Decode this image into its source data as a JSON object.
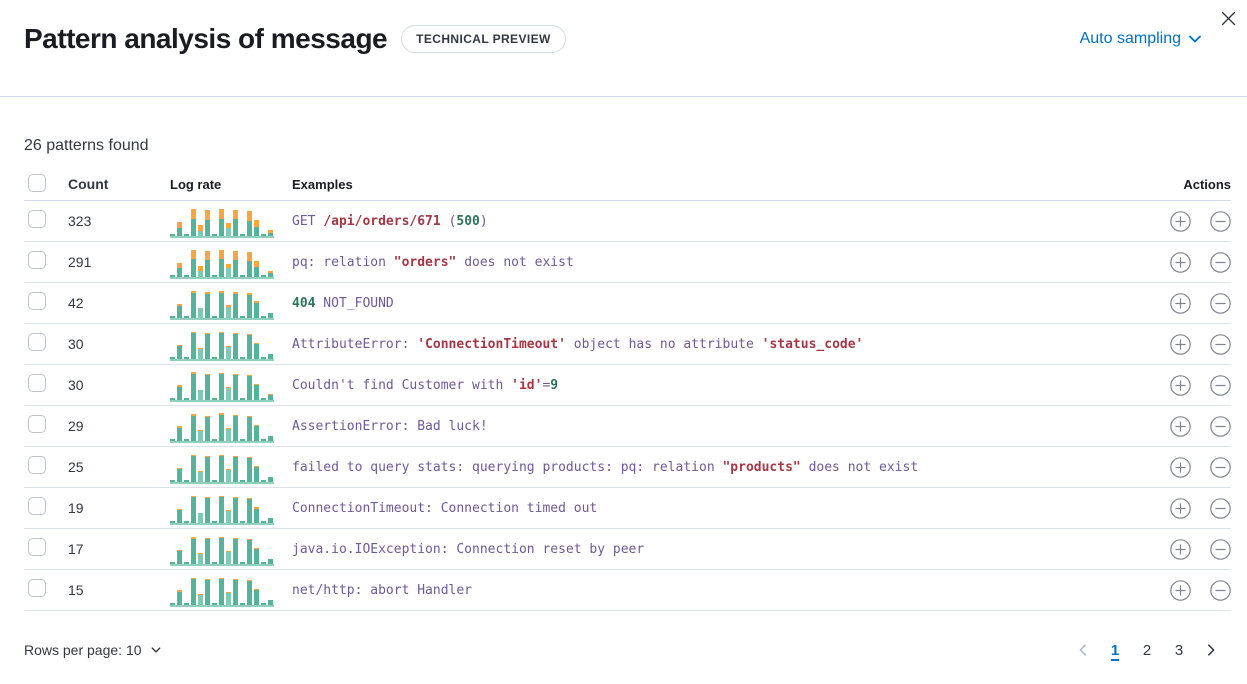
{
  "colors": {
    "accent_blue": "#0071C2",
    "bar_green": "#54B399",
    "bar_green_light": "#80C9B2",
    "bar_orange": "#F8A642",
    "text_purple": "#6E5A96",
    "text_red": "#A53746",
    "text_green": "#2D735A"
  },
  "header": {
    "title": "Pattern analysis of message",
    "badge": "TECHNICAL PREVIEW",
    "sampling_label": "Auto sampling"
  },
  "summary": "26 patterns found",
  "table": {
    "columns": [
      "Count",
      "Log rate",
      "Examples",
      "Actions"
    ],
    "rows": [
      {
        "count": "323",
        "example": [
          {
            "t": "GET ",
            "c": "p"
          },
          {
            "t": "/api/orders/671",
            "c": "r"
          },
          {
            "t": " (",
            "c": "p"
          },
          {
            "t": "500",
            "c": "g"
          },
          {
            "t": ")",
            "c": "p"
          }
        ],
        "bars": [
          [
            1.5,
            0,
            0
          ],
          [
            8,
            6,
            0
          ],
          [
            1.5,
            0,
            0
          ],
          [
            17,
            10,
            0
          ],
          [
            5,
            6,
            1
          ],
          [
            16,
            10,
            0
          ],
          [
            2,
            0,
            0
          ],
          [
            17,
            10,
            0
          ],
          [
            8,
            5,
            1
          ],
          [
            17,
            9,
            0
          ],
          [
            1.5,
            0,
            0
          ],
          [
            15,
            10,
            0
          ],
          [
            9,
            7,
            0
          ],
          [
            1.5,
            0,
            0
          ],
          [
            3,
            3,
            0
          ]
        ]
      },
      {
        "count": "291",
        "example": [
          {
            "t": "pq: relation ",
            "c": "p"
          },
          {
            "t": "\"orders\"",
            "c": "r"
          },
          {
            "t": " does not exist",
            "c": "p"
          }
        ],
        "bars": [
          [
            1.5,
            0,
            0
          ],
          [
            9,
            5,
            0
          ],
          [
            1.5,
            0,
            0
          ],
          [
            18,
            9,
            0
          ],
          [
            6,
            5,
            1
          ],
          [
            17,
            9,
            0
          ],
          [
            2,
            0,
            0
          ],
          [
            18,
            9,
            0
          ],
          [
            9,
            4,
            1
          ],
          [
            17,
            9,
            0
          ],
          [
            1.5,
            0,
            0
          ],
          [
            16,
            9,
            0
          ],
          [
            10,
            6,
            0
          ],
          [
            1.5,
            0,
            0
          ],
          [
            4,
            2,
            0
          ]
        ]
      },
      {
        "count": "42",
        "example": [
          {
            "t": "404",
            "c": "g"
          },
          {
            "t": " NOT_FOUND",
            "c": "p"
          }
        ],
        "bars": [
          [
            1.5,
            0,
            0
          ],
          [
            12,
            2,
            0
          ],
          [
            1.5,
            0,
            0
          ],
          [
            25,
            2,
            0
          ],
          [
            10,
            0,
            1
          ],
          [
            24,
            2,
            0
          ],
          [
            2,
            0,
            0
          ],
          [
            25,
            2,
            0
          ],
          [
            11,
            2,
            1
          ],
          [
            24,
            2,
            0
          ],
          [
            1.5,
            0,
            0
          ],
          [
            23,
            2,
            0
          ],
          [
            15,
            2,
            0
          ],
          [
            1.5,
            0,
            0
          ],
          [
            5,
            0,
            0
          ]
        ]
      },
      {
        "count": "30",
        "example": [
          {
            "t": "AttributeError: ",
            "c": "p"
          },
          {
            "t": "'ConnectionTimeout'",
            "c": "r"
          },
          {
            "t": " object has no attribute ",
            "c": "p"
          },
          {
            "t": "'status_code'",
            "c": "r"
          }
        ],
        "bars": [
          [
            1.5,
            0,
            0
          ],
          [
            13,
            1,
            0
          ],
          [
            1.5,
            0,
            0
          ],
          [
            26,
            1,
            0
          ],
          [
            10,
            1,
            1
          ],
          [
            25,
            1,
            0
          ],
          [
            2,
            0,
            0
          ],
          [
            26,
            1,
            0
          ],
          [
            12,
            1,
            1
          ],
          [
            25,
            1,
            0
          ],
          [
            1.5,
            0,
            0
          ],
          [
            24,
            1,
            0
          ],
          [
            15,
            1,
            0
          ],
          [
            1.5,
            0,
            0
          ],
          [
            5,
            0,
            0
          ]
        ]
      },
      {
        "count": "30",
        "example": [
          {
            "t": "Couldn't find Customer with ",
            "c": "p"
          },
          {
            "t": "'id'",
            "c": "r"
          },
          {
            "t": "=",
            "c": "p"
          },
          {
            "t": "9",
            "c": "g"
          }
        ],
        "bars": [
          [
            1.5,
            0,
            0
          ],
          [
            13,
            2,
            0
          ],
          [
            1.5,
            0,
            0
          ],
          [
            26,
            2,
            0
          ],
          [
            10,
            0,
            1
          ],
          [
            25,
            1,
            0
          ],
          [
            2,
            0,
            0
          ],
          [
            26,
            1,
            0
          ],
          [
            12,
            1,
            1
          ],
          [
            25,
            1,
            0
          ],
          [
            1.5,
            0,
            0
          ],
          [
            24,
            1,
            0
          ],
          [
            15,
            1,
            0
          ],
          [
            1.5,
            0,
            0
          ],
          [
            5,
            1,
            0
          ]
        ]
      },
      {
        "count": "29",
        "example": [
          {
            "t": "AssertionError: Bad luck!",
            "c": "p"
          }
        ],
        "bars": [
          [
            1.5,
            0,
            0
          ],
          [
            13,
            2,
            0
          ],
          [
            1.5,
            0,
            0
          ],
          [
            25,
            2,
            0
          ],
          [
            10,
            1,
            1
          ],
          [
            24,
            1,
            0
          ],
          [
            2,
            0,
            0
          ],
          [
            26,
            2,
            0
          ],
          [
            12,
            1,
            1
          ],
          [
            25,
            1,
            0
          ],
          [
            1.5,
            0,
            0
          ],
          [
            24,
            1,
            0
          ],
          [
            15,
            1,
            0
          ],
          [
            1.5,
            0,
            0
          ],
          [
            5,
            0,
            0
          ]
        ]
      },
      {
        "count": "25",
        "example": [
          {
            "t": "failed to query stats: querying products: pq: relation ",
            "c": "p"
          },
          {
            "t": "\"products\"",
            "c": "r"
          },
          {
            "t": " does not exist",
            "c": "p"
          }
        ],
        "bars": [
          [
            1.5,
            0,
            0
          ],
          [
            13,
            1,
            0
          ],
          [
            1.5,
            0,
            0
          ],
          [
            26,
            1,
            0
          ],
          [
            10,
            1,
            1
          ],
          [
            25,
            1,
            0
          ],
          [
            2,
            0,
            0
          ],
          [
            26,
            1,
            0
          ],
          [
            12,
            1,
            1
          ],
          [
            25,
            1,
            0
          ],
          [
            1.5,
            0,
            0
          ],
          [
            24,
            1,
            0
          ],
          [
            15,
            1,
            0
          ],
          [
            1.5,
            0,
            0
          ],
          [
            5,
            0,
            0
          ]
        ]
      },
      {
        "count": "19",
        "example": [
          {
            "t": "ConnectionTimeout: Connection timed out",
            "c": "p"
          }
        ],
        "bars": [
          [
            1.5,
            0,
            0
          ],
          [
            13,
            1,
            0
          ],
          [
            1.5,
            0,
            0
          ],
          [
            26,
            1,
            0
          ],
          [
            10,
            0,
            1
          ],
          [
            25,
            1,
            0
          ],
          [
            2,
            0,
            0
          ],
          [
            26,
            1,
            0
          ],
          [
            12,
            1,
            1
          ],
          [
            25,
            1,
            0
          ],
          [
            1.5,
            0,
            0
          ],
          [
            24,
            1,
            0
          ],
          [
            14,
            2,
            0
          ],
          [
            1.5,
            0,
            0
          ],
          [
            5,
            0,
            0
          ]
        ]
      },
      {
        "count": "17",
        "example": [
          {
            "t": "java.io.IOException: Connection reset by peer",
            "c": "p"
          }
        ],
        "bars": [
          [
            1.5,
            0,
            0
          ],
          [
            13,
            1,
            0
          ],
          [
            1.5,
            0,
            0
          ],
          [
            25,
            2,
            0
          ],
          [
            10,
            1,
            1
          ],
          [
            25,
            1,
            0
          ],
          [
            2,
            0,
            0
          ],
          [
            26,
            1,
            0
          ],
          [
            12,
            1,
            1
          ],
          [
            25,
            1,
            0
          ],
          [
            1.5,
            0,
            0
          ],
          [
            24,
            1,
            0
          ],
          [
            15,
            1,
            0
          ],
          [
            1.5,
            0,
            0
          ],
          [
            5,
            0,
            0
          ]
        ]
      },
      {
        "count": "15",
        "example": [
          {
            "t": "net/http: abort Handler",
            "c": "p"
          }
        ],
        "bars": [
          [
            1.5,
            0,
            0
          ],
          [
            13,
            2,
            0
          ],
          [
            1.5,
            0,
            0
          ],
          [
            26,
            1,
            0
          ],
          [
            10,
            1,
            1
          ],
          [
            25,
            1,
            0
          ],
          [
            2,
            0,
            0
          ],
          [
            26,
            1,
            0
          ],
          [
            12,
            1,
            1
          ],
          [
            25,
            1,
            0
          ],
          [
            1.5,
            0,
            0
          ],
          [
            24,
            1,
            0
          ],
          [
            15,
            1,
            0
          ],
          [
            1.5,
            0,
            0
          ],
          [
            5,
            0,
            0
          ]
        ]
      }
    ]
  },
  "footer": {
    "rows_per_page_label": "Rows per page: 10",
    "pages": [
      "1",
      "2",
      "3"
    ],
    "active_page": "1"
  }
}
